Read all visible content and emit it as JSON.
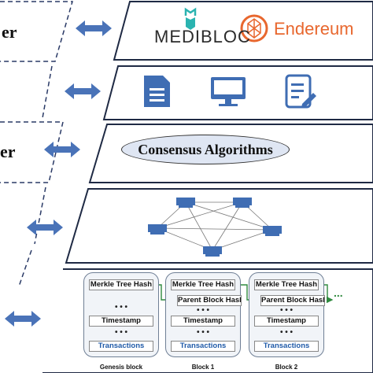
{
  "layers": {
    "top_label_fragment": "er",
    "middle_label_fragment": "er"
  },
  "brands": {
    "medibloc": "MEDIBLOC",
    "endereum": "Endereum"
  },
  "consensus": {
    "label": "Consensus Algorithms"
  },
  "blocks": [
    {
      "merkle": "Merkle Tree Hash",
      "parent": "",
      "timestamp": "Timestamp",
      "transactions": "Transactions",
      "name": "Genesis block"
    },
    {
      "merkle": "Merkle Tree Hash",
      "parent": "Parent Block Hash",
      "timestamp": "Timestamp",
      "transactions": "Transactions",
      "name": "Block 1"
    },
    {
      "merkle": "Merkle Tree Hash",
      "parent": "Parent Block Hash",
      "timestamp": "Timestamp",
      "transactions": "Transactions",
      "name": "Block 2"
    }
  ],
  "ellipsis": "• • •",
  "continuation": "...",
  "colors": {
    "layer_border": "#1f2a44",
    "arrow_fill": "#4a73b8",
    "icon_blue": "#3f6db3",
    "chain_green": "#2f8a3e",
    "consensus_fill": "#dfe6f3"
  }
}
